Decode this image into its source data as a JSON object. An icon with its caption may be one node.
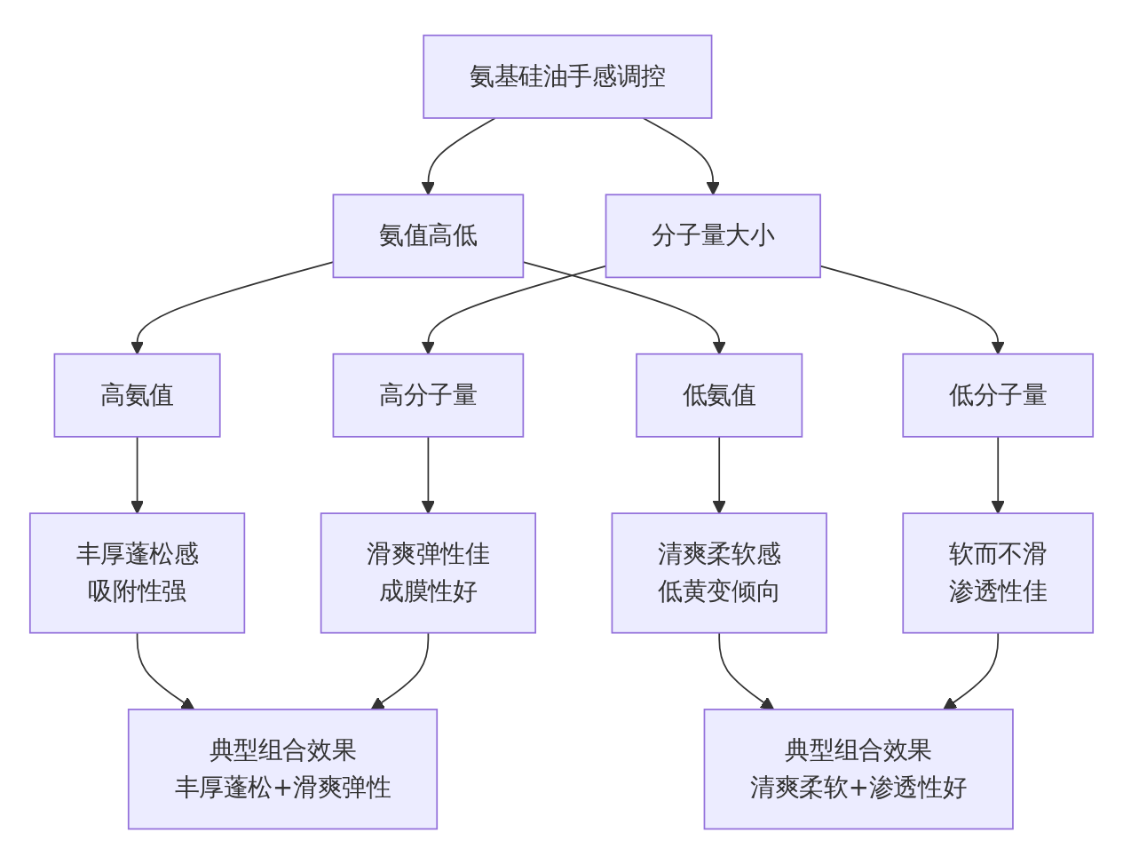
{
  "diagram": {
    "nodes": [
      {
        "text": [
          "氨基硅油手感调控"
        ]
      },
      {
        "text": [
          "氨值高低"
        ]
      },
      {
        "text": [
          "分子量大小"
        ]
      },
      {
        "text": [
          "高氨值"
        ]
      },
      {
        "text": [
          "高分子量"
        ]
      },
      {
        "text": [
          "低氨值"
        ]
      },
      {
        "text": [
          "低分子量"
        ]
      },
      {
        "text": [
          "丰厚蓬松感",
          "吸附性强"
        ]
      },
      {
        "text": [
          "滑爽弹性佳",
          "成膜性好"
        ]
      },
      {
        "text": [
          "清爽柔软感",
          "低黄变倾向"
        ]
      },
      {
        "text": [
          "软而不滑",
          "渗透性佳"
        ]
      },
      {
        "text": [
          "典型组合效果",
          "丰厚蓬松+滑爽弹性"
        ]
      },
      {
        "text": [
          "典型组合效果",
          "清爽柔软+渗透性好"
        ]
      }
    ],
    "edges": [
      {
        "from": 0,
        "to": 1,
        "arrow": "to"
      },
      {
        "from": 0,
        "to": 2,
        "arrow": "to"
      },
      {
        "from": 1,
        "to": 3,
        "arrow": "to"
      },
      {
        "from": 1,
        "to": 5,
        "arrow": "to"
      },
      {
        "from": 2,
        "to": 4,
        "arrow": "to"
      },
      {
        "from": 2,
        "to": 6,
        "arrow": "to"
      },
      {
        "from": 3,
        "to": 7,
        "arrow": "to"
      },
      {
        "from": 4,
        "to": 8,
        "arrow": "to"
      },
      {
        "from": 5,
        "to": 9,
        "arrow": "to"
      },
      {
        "from": 6,
        "to": 10,
        "arrow": "to"
      },
      {
        "from": 7,
        "to": 11,
        "arrow": "to"
      },
      {
        "from": 8,
        "to": 11,
        "arrow": "to"
      },
      {
        "from": 9,
        "to": 12,
        "arrow": "to"
      },
      {
        "from": 10,
        "to": 12,
        "arrow": "to"
      }
    ]
  }
}
